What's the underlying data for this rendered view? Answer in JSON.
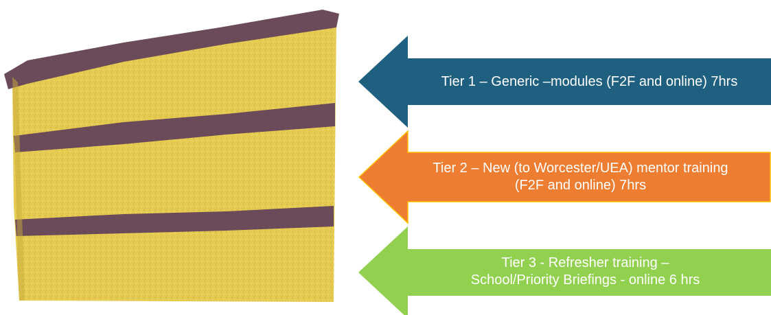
{
  "tiers": [
    {
      "line1": "Tier 1 – Generic –modules (F2F and online) 7hrs",
      "line2": "",
      "color": "#1f5f7f",
      "border": "#1f5f7f"
    },
    {
      "line1": "Tier 2 – New (to Worcester/UEA) mentor training",
      "line2": "(F2F and online) 7hrs",
      "color": "#ed7d31",
      "border": "#ffc000"
    },
    {
      "line1": "Tier 3 - Refresher training –",
      "line2": "School/Priority  Briefings - online 6 hrs",
      "color": "#92d050",
      "border": "#92d050"
    }
  ],
  "colors": {
    "sponge": "#e3c84e",
    "sponge_light": "#efd96e",
    "chocolate": "#6b4a5a",
    "chocolate_dark": "#4e3344"
  },
  "icons": {
    "cake": "layer-cake-slice-icon"
  }
}
